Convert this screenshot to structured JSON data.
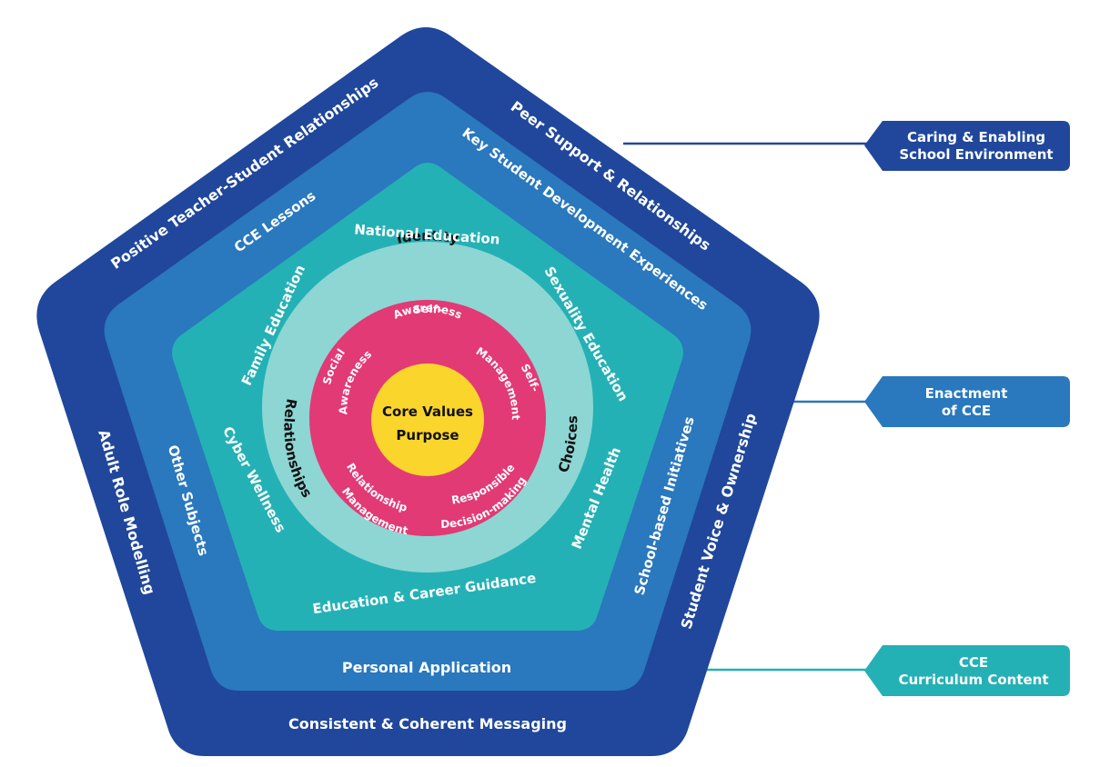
{
  "colors": {
    "outer_layer": "#20479b",
    "middle_layer": "#2a78bd",
    "inner_layer": "#24b1b5",
    "identity_ring": "#8dd6d4",
    "competency_ring": "#e23a74",
    "core": "#fad52c",
    "tag_outer": "#20479b",
    "tag_middle": "#2a78bd",
    "tag_inner": "#24b1b5"
  },
  "core": {
    "line1": "Core Values",
    "line2": "Purpose"
  },
  "competencies": {
    "self_awareness_1": "Self-",
    "self_awareness_2": "Awareness",
    "self_management_1": "Self-",
    "self_management_2": "Management",
    "social_awareness_1": "Social",
    "social_awareness_2": "Awareness",
    "relationship_management_1": "Relationship",
    "relationship_management_2": "Management",
    "responsible_decision_1": "Responsible",
    "responsible_decision_2": "Decision-making"
  },
  "identity_ring": {
    "identity": "Identity",
    "relationships": "Relationships",
    "choices": "Choices"
  },
  "inner_layer": {
    "national_education": "National Education",
    "sexuality_education": "Sexuality Education",
    "mental_health": "Mental Health",
    "education_career_guidance": "Education & Career Guidance",
    "cyber_wellness": "Cyber Wellness",
    "family_education": "Family Education"
  },
  "middle_layer": {
    "cce_lessons": "CCE Lessons",
    "key_student_development": "Key Student Development Experiences",
    "school_based_initiatives": "School-based Initiatives",
    "personal_application": "Personal Application",
    "other_subjects": "Other Subjects"
  },
  "outer_layer": {
    "positive_teacher_student": "Positive Teacher-Student Relationships",
    "peer_support": "Peer Support & Relationships",
    "student_voice": "Student Voice & Ownership",
    "consistent_messaging": "Consistent & Coherent Messaging",
    "adult_role_modelling": "Adult Role Modelling"
  },
  "tags": {
    "caring_line1": "Caring & Enabling",
    "caring_line2": "School Environment",
    "enactment_line1": "Enactment",
    "enactment_line2": "of CCE",
    "curriculum_line1": "CCE",
    "curriculum_line2": "Curriculum Content"
  }
}
